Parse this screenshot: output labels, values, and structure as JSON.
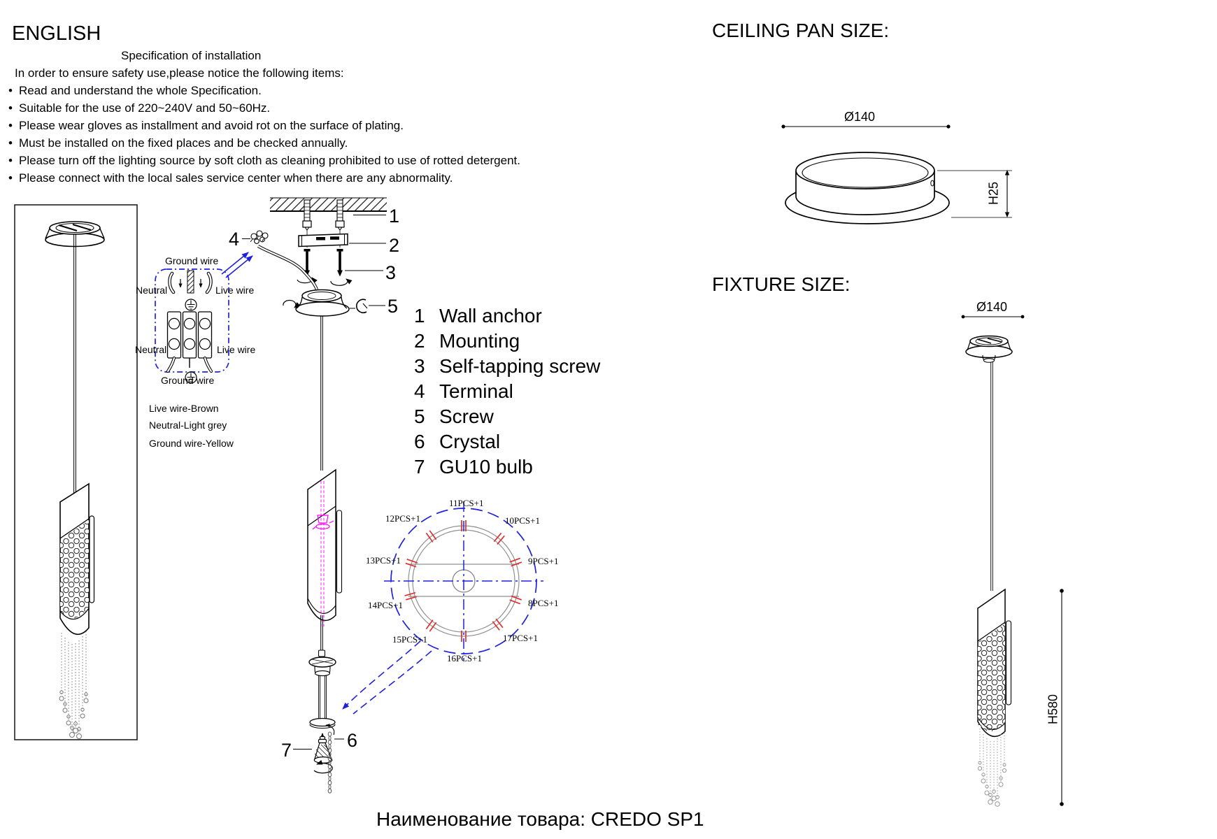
{
  "header": {
    "language": "ENGLISH",
    "spec_title": "Specification of installation",
    "intro": "In order to ensure safety use,please notice the following items:",
    "bullet": "•",
    "notices": [
      "Read and understand the whole Specification.",
      "Suitable for the use of 220~240V and 50~60Hz.",
      "Please wear gloves as installment and avoid rot on the surface of plating.",
      "Must be installed on the fixed places and be checked annually.",
      "Please turn off the lighting source by soft cloth as cleaning prohibited to use of rotted detergent.",
      "Please connect with the local sales service center when there are any abnormality."
    ]
  },
  "wiring": {
    "ground_wire_top": "Ground wire",
    "neutral_top": "Neutral",
    "live_wire_top": "Live wire",
    "neutral_bottom": "Neutral",
    "live_wire_bottom": "Live wire",
    "ground_wire_bottom": "Ground wire",
    "legend": {
      "live": "Live wire-Brown",
      "neutral": "Neutral-Light grey",
      "ground": "Ground wire-Yellow"
    }
  },
  "parts": {
    "list": [
      {
        "num": "1",
        "name": "Wall anchor"
      },
      {
        "num": "2",
        "name": "Mounting"
      },
      {
        "num": "3",
        "name": "Self-tapping screw"
      },
      {
        "num": "4",
        "name": "Terminal"
      },
      {
        "num": "5",
        "name": "Screw"
      },
      {
        "num": "6",
        "name": "Crystal"
      },
      {
        "num": "7",
        "name": "GU10 bulb"
      }
    ]
  },
  "ring": {
    "labels": [
      "11PCS+1",
      "12PCS+1",
      "10PCS+1",
      "13PCS+1",
      "9PCS+1",
      "14PCS+1",
      "8PCS+1",
      "15PCS+1",
      "17PCS+1",
      "16PCS+1"
    ]
  },
  "ceiling_pan": {
    "title": "CEILING PAN SIZE:",
    "diameter": "Ø140",
    "height": "H25"
  },
  "fixture": {
    "title": "FIXTURE SIZE:",
    "diameter": "Ø140",
    "height": "H580"
  },
  "footer": {
    "product_label": "Наименование товара: CREDO SP1"
  },
  "colors": {
    "blue": "#2020e0",
    "red": "#e03030",
    "magenta": "#ff00ff",
    "line": "#000000"
  }
}
